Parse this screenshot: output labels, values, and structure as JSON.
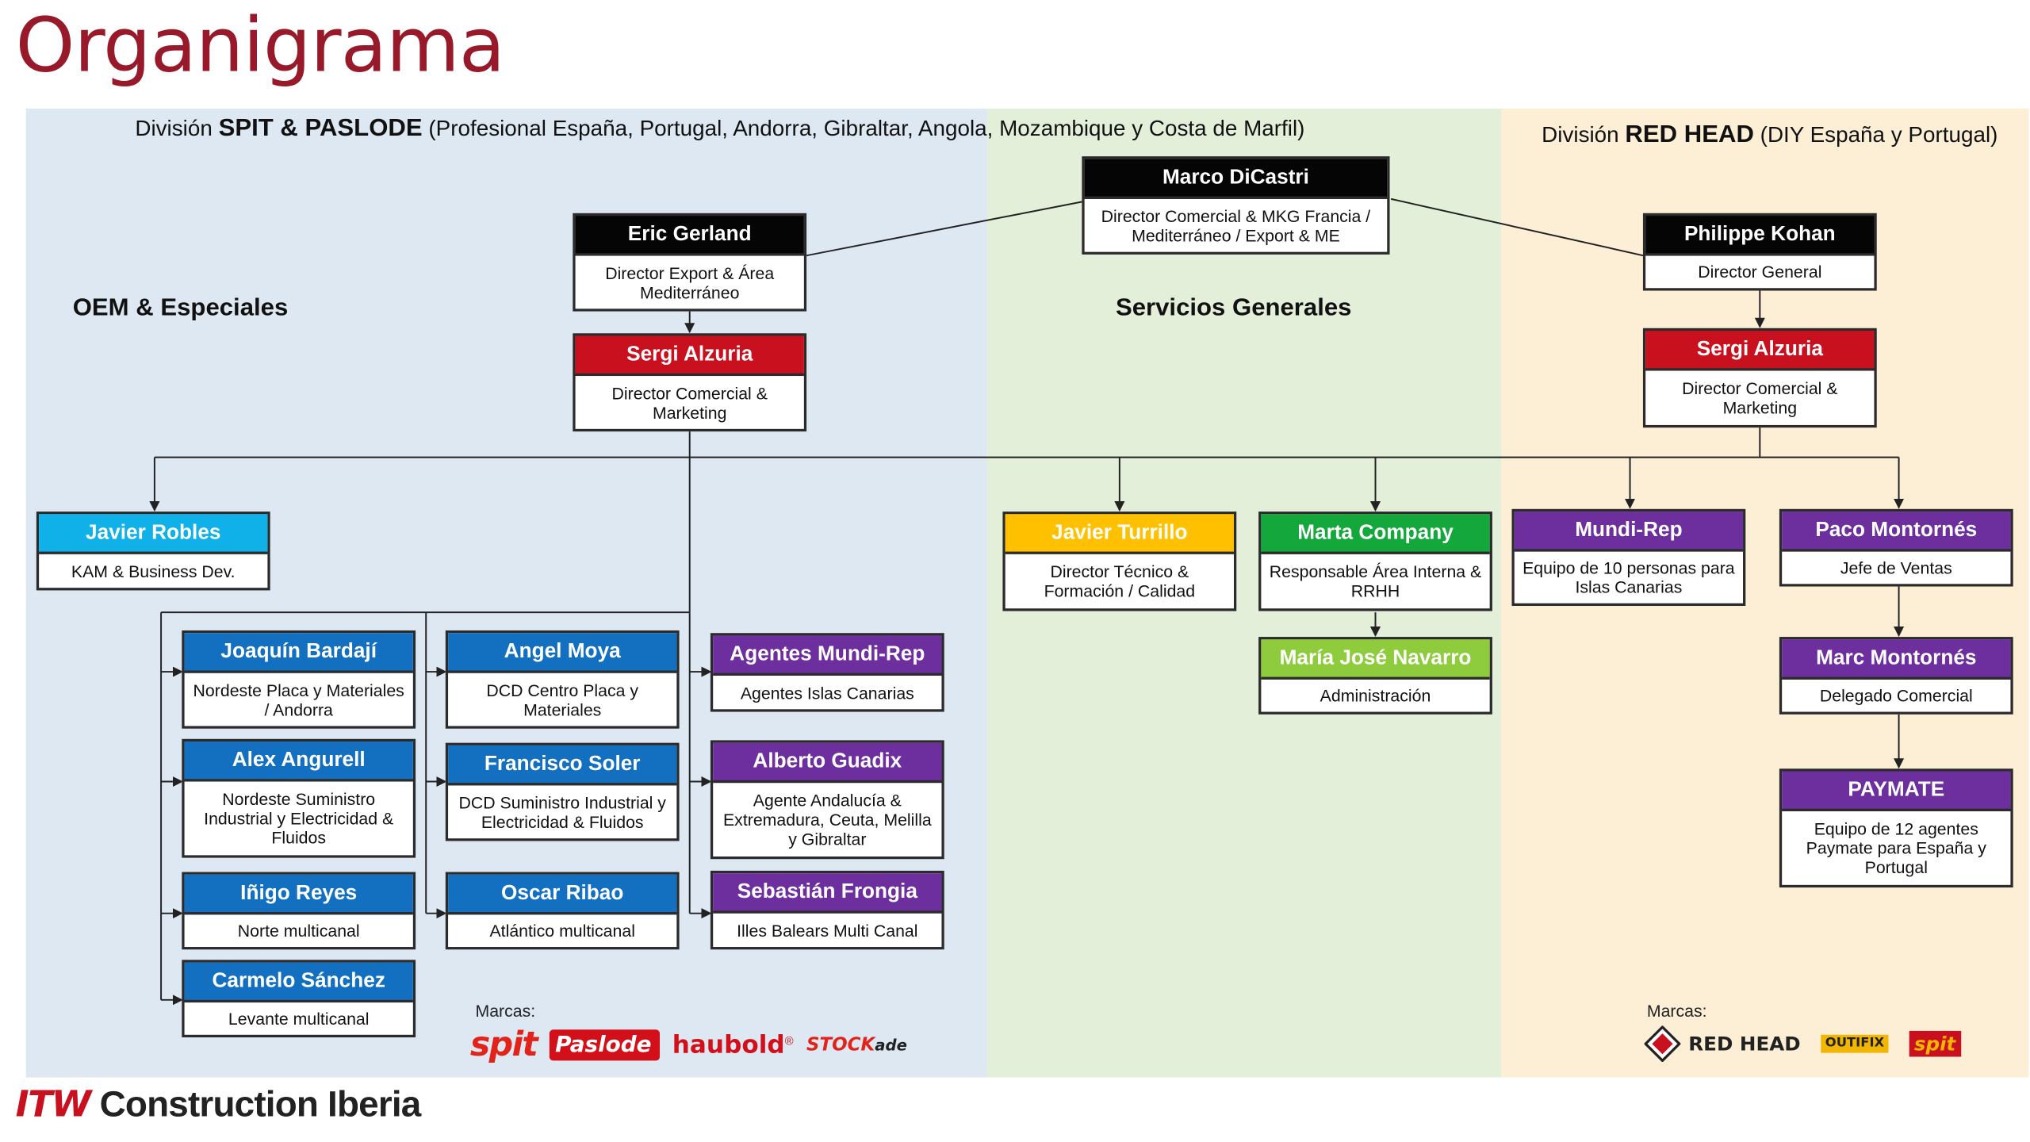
{
  "page_title": "Organigrama",
  "divisions": {
    "spit": {
      "prefix": "División ",
      "name": "SPIT & PASLODE",
      "scope": " (Profesional España, Portugal, Andorra, Gibraltar, Angola, Mozambique y Costa de Marfil)"
    },
    "redhead": {
      "prefix": "División ",
      "name": "RED HEAD",
      "scope": " (DIY España y Portugal)"
    }
  },
  "sections": {
    "oem": "OEM & Especiales",
    "servicios": "Servicios Generales"
  },
  "nodes": {
    "marco": {
      "name": "Marco DiCastri",
      "role": "Director Comercial & MKG Francia / Mediterráneo / Export & ME"
    },
    "eric": {
      "name": "Eric Gerland",
      "role": "Director Export & Área Mediterráneo"
    },
    "sergi_left": {
      "name": "Sergi Alzuria",
      "role": "Director Comercial & Marketing"
    },
    "philippe": {
      "name": "Philippe Kohan",
      "role": "Director General"
    },
    "sergi_right": {
      "name": "Sergi Alzuria",
      "role": "Director Comercial & Marketing"
    },
    "javier_robles": {
      "name": "Javier Robles",
      "role": "KAM & Business Dev."
    },
    "joaquin": {
      "name": "Joaquín Bardají",
      "role": "Nordeste Placa y Materiales / Andorra"
    },
    "alex": {
      "name": "Alex Angurell",
      "role": "Nordeste Suministro Industrial y Electricidad & Fluidos"
    },
    "inigo": {
      "name": "Iñigo Reyes",
      "role": "Norte multicanal"
    },
    "carmelo": {
      "name": "Carmelo Sánchez",
      "role": "Levante multicanal"
    },
    "angel": {
      "name": "Angel Moya",
      "role": "DCD Centro Placa y Materiales"
    },
    "francisco": {
      "name": "Francisco Soler",
      "role": "DCD Suministro Industrial y Electricidad & Fluidos"
    },
    "oscar": {
      "name": "Oscar Ribao",
      "role": "Atlántico multicanal"
    },
    "agentes": {
      "name": "Agentes Mundi-Rep",
      "role": "Agentes Islas Canarias"
    },
    "alberto": {
      "name": "Alberto Guadix",
      "role": "Agente Andalucía & Extremadura, Ceuta, Melilla y Gibraltar"
    },
    "sebastian": {
      "name": "Sebastián Frongia",
      "role": "Illes Balears Multi Canal"
    },
    "javier_turrillo": {
      "name": "Javier Turrillo",
      "role": "Director Técnico & Formación / Calidad"
    },
    "marta": {
      "name": "Marta Company",
      "role": "Responsable Área Interna & RRHH"
    },
    "maria": {
      "name": "María José Navarro",
      "role": "Administración"
    },
    "mundirep": {
      "name": "Mundi-Rep",
      "role": "Equipo de 10 personas para Islas Canarias"
    },
    "paco": {
      "name": "Paco Montornés",
      "role": "Jefe de Ventas"
    },
    "marc": {
      "name": "Marc Montornés",
      "role": "Delegado Comercial"
    },
    "paymate": {
      "name": "PAYMATE",
      "role": "Equipo de 12 agentes Paymate para España y Portugal"
    }
  },
  "brands": {
    "label_left": "Marcas:",
    "label_right": "Marcas:",
    "spit": "spit",
    "paslode": "Paslode",
    "haubold": "haubold",
    "haubold_reg": "®",
    "stockade": "STOCK",
    "stockade_tail": "ade",
    "redhead": "RED HEAD",
    "outifix": "OUTIFIX",
    "spit_small": "spit"
  },
  "footer": {
    "itw": "ITW",
    "rest": " Construction Iberia"
  },
  "colors": {
    "title": "#98192a",
    "black": "#050505",
    "red": "#c8101e",
    "blue": "#1370c0",
    "cyan": "#10b0e8",
    "purple": "#6d2f9e",
    "yellow": "#ffc000",
    "green": "#14a83c",
    "light_green": "#8ecc3e",
    "panel_blue": "#dde8f3",
    "panel_green": "#e3efd9",
    "panel_beige": "#fcefd6"
  }
}
